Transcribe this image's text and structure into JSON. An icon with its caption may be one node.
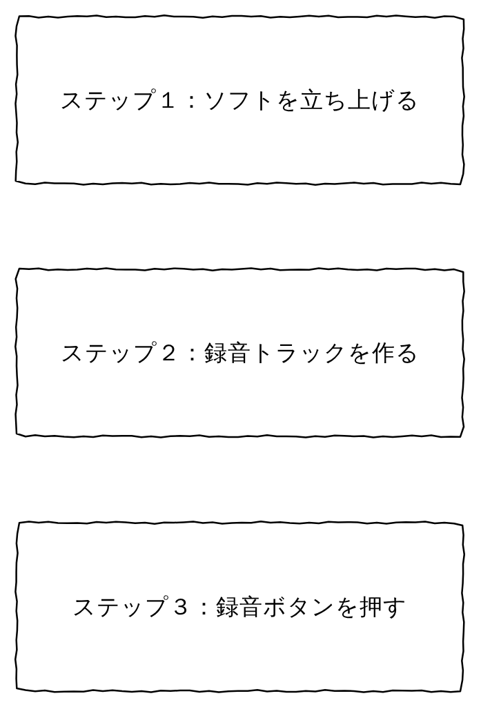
{
  "diagram": {
    "nodes": [
      {
        "text": [
          "ステップ１：ソフトを立ち上げる"
        ]
      },
      {
        "text": [
          "ステップ２：録音トラックを作る"
        ]
      },
      {
        "text": [
          "ステップ３：録音ボタンを押す"
        ]
      }
    ]
  }
}
